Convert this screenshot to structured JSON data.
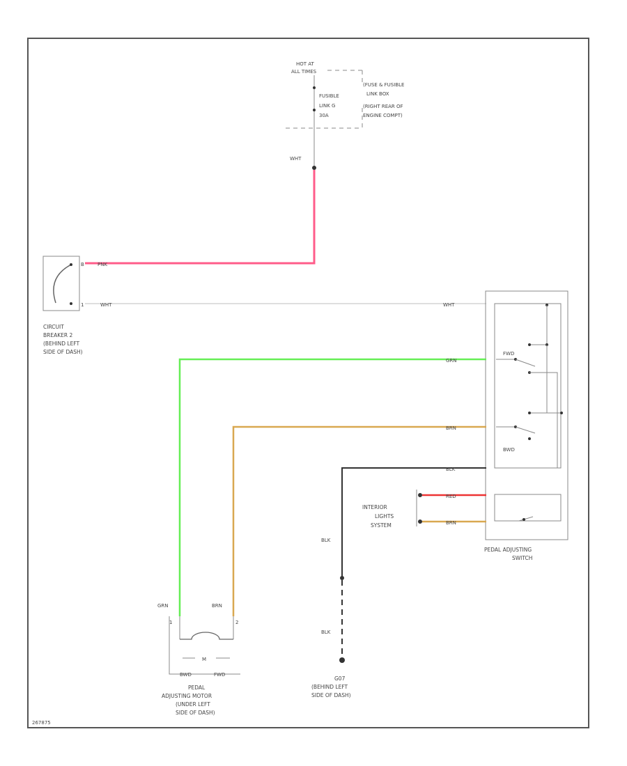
{
  "fuse_box": {
    "hot_line1": "HOT AT",
    "hot_line2": "ALL TIMES",
    "fuse_line1": "FUSIBLE",
    "fuse_line2": "LINK G",
    "fuse_line3": "30A",
    "box_line1": "(FUSE & FUSIBLE",
    "box_line2": "LINK BOX",
    "box_line3": "(RIGHT REAR OF",
    "box_line4": "ENGINE COMPT)"
  },
  "breaker": {
    "line1": "CIRCUIT",
    "line2": "BREAKER 2",
    "line3": "(BEHIND LEFT",
    "line4": "SIDE OF DASH)",
    "pin_top": "B",
    "pin_bottom": "1"
  },
  "switch": {
    "line1": "PEDAL ADJUSTING",
    "line2": "SWITCH",
    "fwd_label": "FWD",
    "bwd_label": "BWD"
  },
  "interior": {
    "line1": "INTERIOR",
    "line2": "LIGHTS",
    "line3": "SYSTEM"
  },
  "motor": {
    "symbol": "M",
    "line1": "PEDAL",
    "line2": "ADJUSTING MOTOR",
    "line3": "(UNDER LEFT",
    "line4": "SIDE OF DASH)",
    "fwd": "BWD",
    "rwd": "FWD",
    "pin_left": "1",
    "pin_right": "2"
  },
  "ground": {
    "line1": "G07",
    "line2": "(BEHIND LEFT",
    "line3": "SIDE OF DASH)"
  },
  "wires": {
    "wht_top": "WHT",
    "pnk": "PNK",
    "wht_left": "WHT",
    "wht_right": "WHT",
    "grn_right": "GRN",
    "brn_right": "BRN",
    "blk_right": "BLK",
    "red_int": "RED",
    "brn_int": "BRN",
    "grn_motor": "GRN",
    "brn_motor": "BRN",
    "blk_upper": "BLK",
    "blk_lower": "BLK"
  },
  "footer_code": "267875",
  "colors": {
    "pink": "#ff5c8a",
    "white_wire": "#e4e4e4",
    "green": "#66ee55",
    "brown": "#d9a850",
    "black": "#333333",
    "red": "#ee3333"
  }
}
